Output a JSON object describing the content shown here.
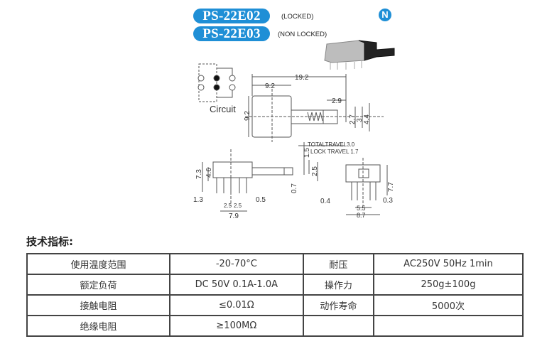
{
  "header": {
    "models": [
      {
        "name": "PS-22E02",
        "note": "(LOCKED)"
      },
      {
        "name": "PS-22E03",
        "note": "(NON LOCKED)"
      }
    ],
    "brand_logo": "N",
    "brand_color": "#1f8fd6"
  },
  "drawing": {
    "circuit_label": "Circuit",
    "dimensions": {
      "overall_length": "19.2",
      "body_width": "9.2",
      "body_height": "9.2",
      "actuator_length": "2.9",
      "actuator_h1": "2.7",
      "actuator_h2": "3",
      "actuator_h3": "4.4",
      "total_travel": "TOTALTRAVEL3.0",
      "lock_travel": "LOCK  TRAVEL  1.7",
      "side_1_5": "1.5",
      "side_2_5": "2.5",
      "side_0_7": "0.7",
      "height_7_3": "7.3",
      "height_4_6": "4.6",
      "pin_1_3": "1.3",
      "pin_0_5": "0.5",
      "pitch_a": "2.5",
      "pitch_b": "2.5",
      "width_7_9": "7.9",
      "front_7_7": "7.7",
      "front_0_4": "0.4",
      "front_0_3": "0.3",
      "front_5_5": "5.5",
      "front_8_7": "8.7"
    }
  },
  "specs": {
    "title": "技术指标:",
    "rows": [
      [
        "使用温度范围",
        "-20-70°C",
        "耐压",
        "AC250V 50Hz 1min"
      ],
      [
        "额定负荷",
        "DC 50V 0.1A-1.0A",
        "操作力",
        "250g±100g"
      ],
      [
        "接触电阻",
        "≤0.01Ω",
        "动作寿命",
        "5000次"
      ],
      [
        "绝缘电阻",
        "≥100MΩ",
        "",
        ""
      ]
    ]
  }
}
